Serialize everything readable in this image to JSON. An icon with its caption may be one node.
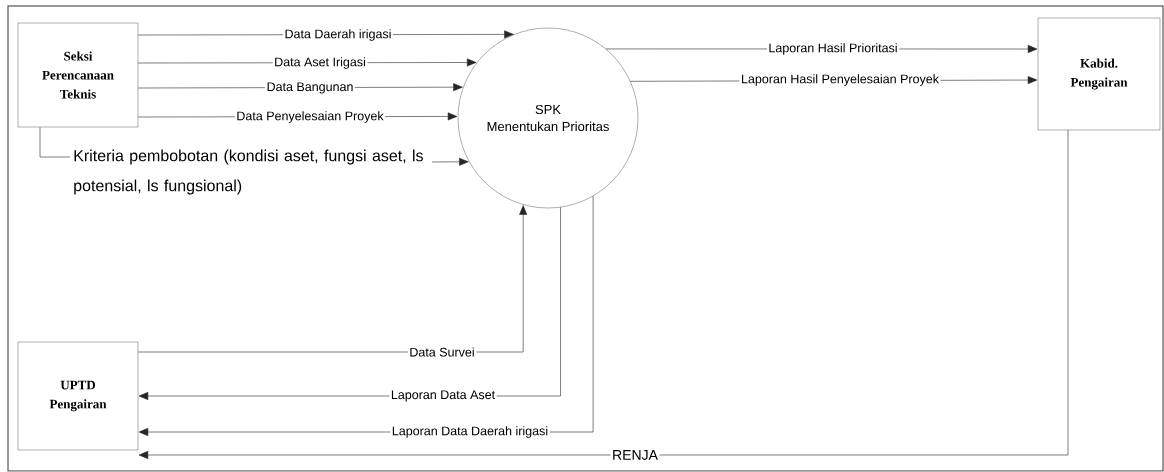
{
  "diagram": {
    "nodes": [
      {
        "text": [
          "Seksi Perencanaan Teknis"
        ]
      },
      {
        "text": [
          "SPK",
          "Menentukan Prioritas"
        ]
      },
      {
        "text": [
          "Kabid. Pengairan"
        ]
      },
      {
        "text": [
          "UPTD Pengairan"
        ]
      }
    ],
    "edges": [
      {
        "from": 0,
        "to": 1,
        "arrow": "to",
        "label": "Data Daerah irigasi"
      },
      {
        "from": 0,
        "to": 1,
        "arrow": "to",
        "label": "Data Aset Irigasi"
      },
      {
        "from": 0,
        "to": 1,
        "arrow": "to",
        "label": "Data Bangunan"
      },
      {
        "from": 0,
        "to": 1,
        "arrow": "to",
        "label": "Data Penyelesaian Proyek"
      },
      {
        "from": 0,
        "to": 1,
        "arrow": "to",
        "label": "Kriteria pembobotan (kondisi aset, fungsi aset, ls potensial, ls fungsional)"
      },
      {
        "from": 1,
        "to": 2,
        "arrow": "to",
        "label": "Laporan Hasil Prioritasi"
      },
      {
        "from": 1,
        "to": 2,
        "arrow": "to",
        "label": "Laporan Hasil Penyelesaian Proyek"
      },
      {
        "from": 3,
        "to": 1,
        "arrow": "to",
        "label": "Data Survei"
      },
      {
        "from": 1,
        "to": 3,
        "arrow": "to",
        "label": "Laporan Data Aset"
      },
      {
        "from": 1,
        "to": 3,
        "arrow": "to",
        "label": "Laporan Data Daerah irigasi"
      },
      {
        "from": 2,
        "to": 3,
        "arrow": "to",
        "label": "RENJA"
      }
    ]
  }
}
